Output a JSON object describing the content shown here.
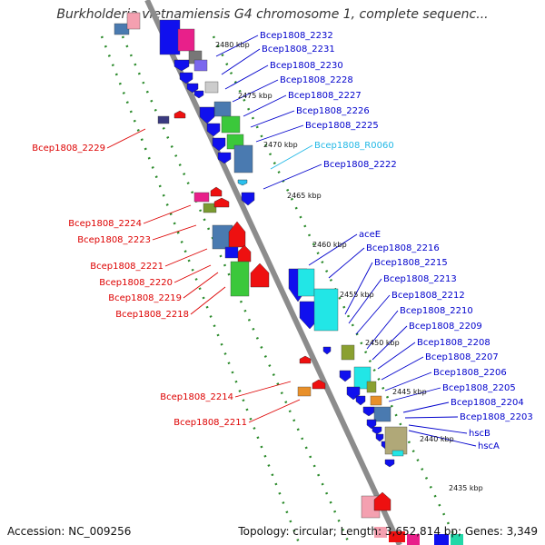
{
  "title": "Burkholderia vietnamiensis G4 chromosome 1, complete sequenc...",
  "footer": {
    "accession": "Accession: NC_009256",
    "summary": "Topology: circular; Length: 3,652,814 bp; Genes: 3,349"
  },
  "colors": {
    "backbone": "#8a8a8a",
    "tick_dots": "#2a8a2a",
    "forward_label": "#0000cc",
    "reverse_label": "#dd0000",
    "rna_label": "#22b8e6"
  },
  "ticks": [
    "2480 kbp",
    "2475 kbp",
    "2470 kbp",
    "2465 kbp",
    "2460 kbp",
    "2455 kbp",
    "2450 kbp",
    "2445 kbp",
    "2440 kbp",
    "2435 kbp"
  ],
  "right_labels": [
    {
      "text": "Bcep1808_2232",
      "color": "blue"
    },
    {
      "text": "Bcep1808_2231",
      "color": "blue"
    },
    {
      "text": "Bcep1808_2230",
      "color": "blue"
    },
    {
      "text": "Bcep1808_2228",
      "color": "blue"
    },
    {
      "text": "Bcep1808_2227",
      "color": "blue"
    },
    {
      "text": "Bcep1808_2226",
      "color": "blue"
    },
    {
      "text": "Bcep1808_2225",
      "color": "blue"
    },
    {
      "text": "Bcep1808_R0060",
      "color": "cyan"
    },
    {
      "text": "Bcep1808_2222",
      "color": "blue"
    },
    {
      "text": "aceE",
      "color": "blue"
    },
    {
      "text": "Bcep1808_2216",
      "color": "blue"
    },
    {
      "text": "Bcep1808_2215",
      "color": "blue"
    },
    {
      "text": "Bcep1808_2213",
      "color": "blue"
    },
    {
      "text": "Bcep1808_2212",
      "color": "blue"
    },
    {
      "text": "Bcep1808_2210",
      "color": "blue"
    },
    {
      "text": "Bcep1808_2209",
      "color": "blue"
    },
    {
      "text": "Bcep1808_2208",
      "color": "blue"
    },
    {
      "text": "Bcep1808_2207",
      "color": "blue"
    },
    {
      "text": "Bcep1808_2206",
      "color": "blue"
    },
    {
      "text": "Bcep1808_2205",
      "color": "blue"
    },
    {
      "text": "Bcep1808_2204",
      "color": "blue"
    },
    {
      "text": "Bcep1808_2203",
      "color": "blue"
    },
    {
      "text": "hscB",
      "color": "blue"
    },
    {
      "text": "hscA",
      "color": "blue"
    }
  ],
  "left_labels": [
    {
      "text": "Bcep1808_2229"
    },
    {
      "text": "Bcep1808_2224"
    },
    {
      "text": "Bcep1808_2223"
    },
    {
      "text": "Bcep1808_2221"
    },
    {
      "text": "Bcep1808_2220"
    },
    {
      "text": "Bcep1808_2219"
    },
    {
      "text": "Bcep1808_2218"
    },
    {
      "text": "Bcep1808_2214"
    },
    {
      "text": "Bcep1808_2211"
    }
  ]
}
